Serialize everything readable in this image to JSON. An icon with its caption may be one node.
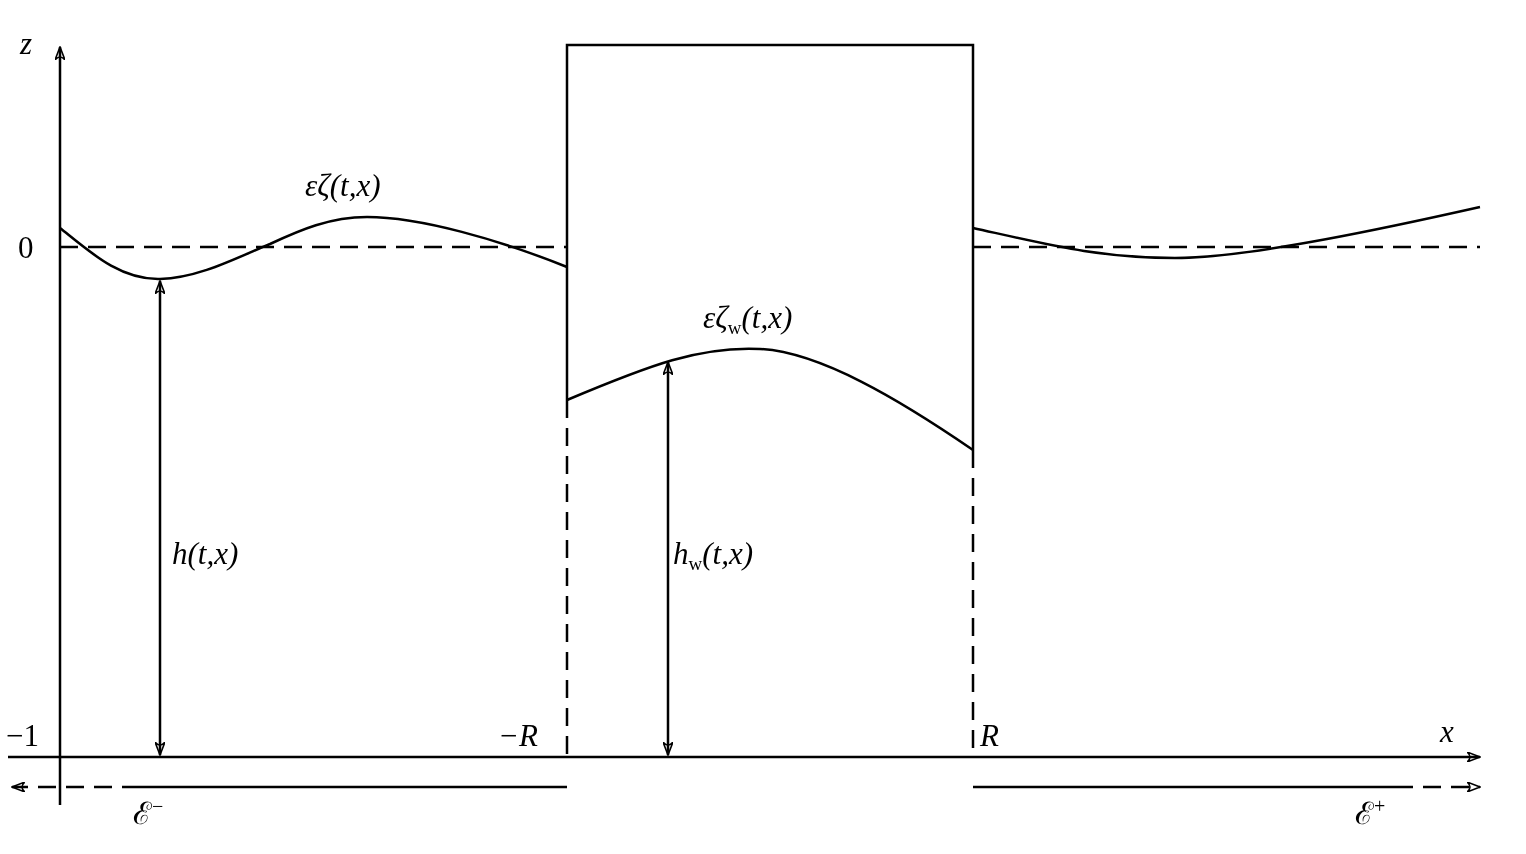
{
  "diagram": {
    "labels": [
      "z",
      "εζ(t,x)",
      "0",
      "εζ$_{w}$(t,x)",
      "h(t,x)",
      "h$_{w}$(t,x)",
      "−1",
      "−R",
      "R",
      "x",
      "ℰ$^{−}$",
      "ℰ$^{+}$"
    ]
  }
}
